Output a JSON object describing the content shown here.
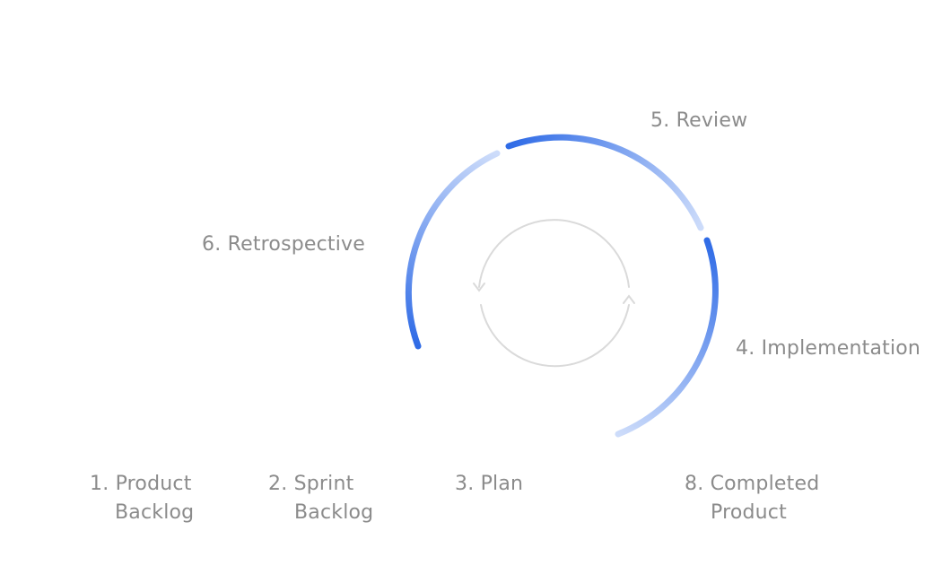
{
  "stages": [
    {
      "id": "product-backlog",
      "line1": "1. Product",
      "line2": "Backlog"
    },
    {
      "id": "sprint-backlog",
      "line1": "2. Sprint",
      "line2": "Backlog"
    },
    {
      "id": "plan",
      "line1": "3. Plan"
    },
    {
      "id": "implementation",
      "line1": "4. Implementation"
    },
    {
      "id": "review",
      "line1": "5. Review"
    },
    {
      "id": "retrospective",
      "line1": "6. Retrospective"
    },
    {
      "id": "completed-product",
      "line1": "8. Completed",
      "line2": "Product"
    }
  ],
  "colors": {
    "accent_dark": "#2f6be6",
    "accent_light": "#cddcfa",
    "label": "#8b8b8b",
    "cycle_icon": "#dadada"
  }
}
